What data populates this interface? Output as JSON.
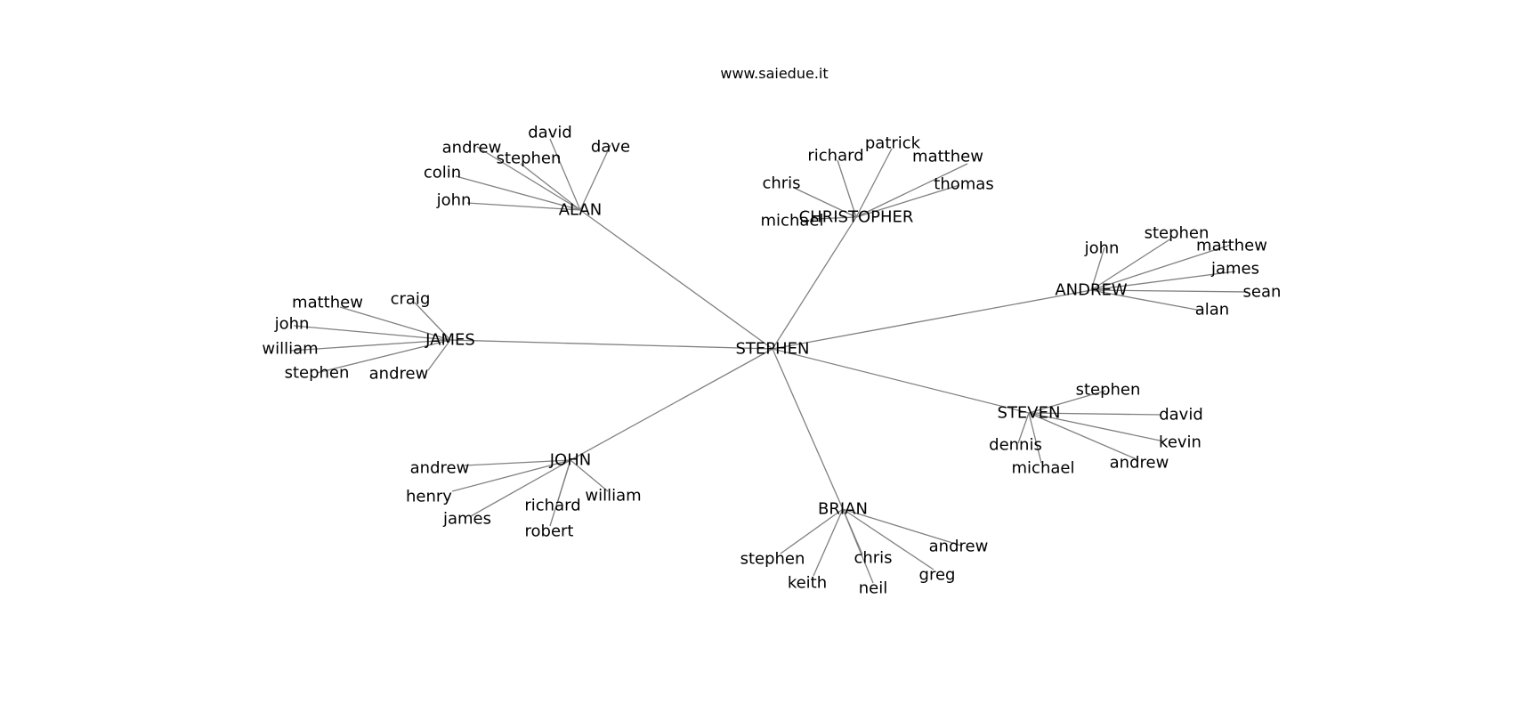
{
  "site_url": "www.saiedue.it",
  "colors": {
    "edge": "#808080",
    "text": "#000000",
    "background": "#ffffff"
  },
  "graph": {
    "root": "STEPHEN",
    "hubs": [
      {
        "name": "ALAN",
        "leaves": [
          "david",
          "dave",
          "andrew",
          "stephen",
          "colin",
          "john"
        ]
      },
      {
        "name": "CHRISTOPHER",
        "leaves": [
          "patrick",
          "richard",
          "matthew",
          "chris",
          "thomas",
          "michael"
        ]
      },
      {
        "name": "ANDREW",
        "leaves": [
          "stephen",
          "john",
          "matthew",
          "james",
          "sean",
          "alan"
        ]
      },
      {
        "name": "JAMES",
        "leaves": [
          "craig",
          "matthew",
          "john",
          "william",
          "stephen",
          "andrew"
        ]
      },
      {
        "name": "STEVEN",
        "leaves": [
          "stephen",
          "david",
          "kevin",
          "andrew",
          "dennis",
          "michael"
        ]
      },
      {
        "name": "JOHN",
        "leaves": [
          "andrew",
          "henry",
          "james",
          "richard",
          "william",
          "robert"
        ]
      },
      {
        "name": "BRIAN",
        "leaves": [
          "andrew",
          "stephen",
          "chris",
          "greg",
          "keith",
          "neil"
        ]
      }
    ]
  }
}
